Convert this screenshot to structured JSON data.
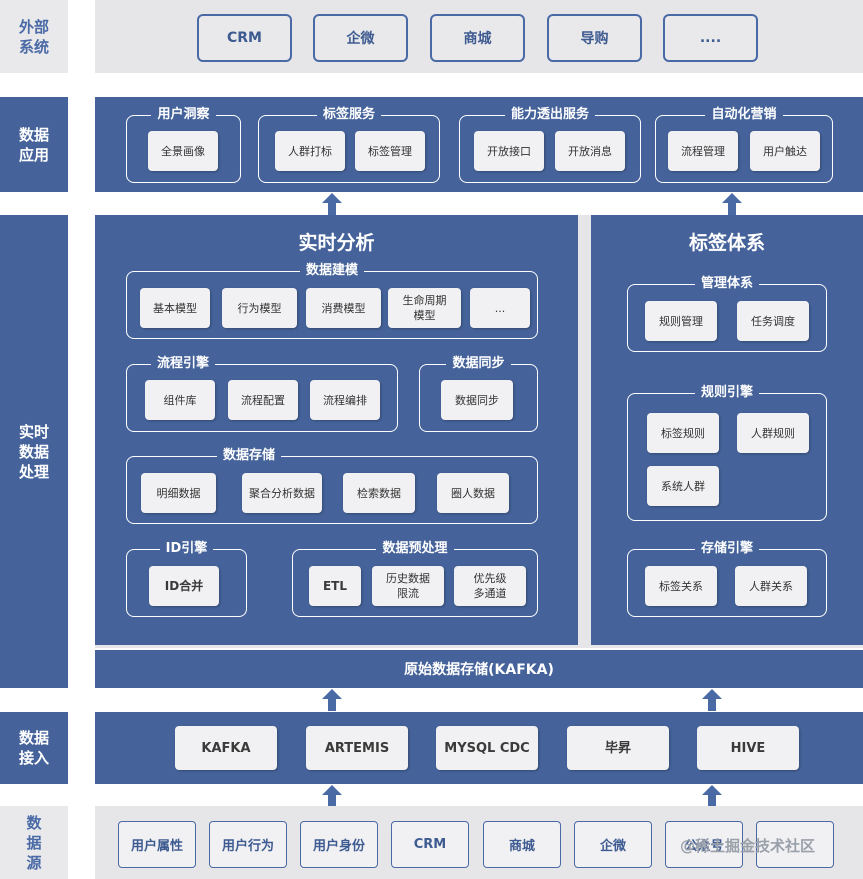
{
  "rows": {
    "external": "外部\n系统",
    "app": "数据\n应用",
    "realtime": "实时\n数据\n处理",
    "ingest": "数据\n接入",
    "source": "数\n据\n源"
  },
  "external_systems": [
    "CRM",
    "企微",
    "商城",
    "导购",
    "...."
  ],
  "app_groups": [
    {
      "title": "用户洞察",
      "items": [
        "全景画像"
      ]
    },
    {
      "title": "标签服务",
      "items": [
        "人群打标",
        "标签管理"
      ]
    },
    {
      "title": "能力透出服务",
      "items": [
        "开放接口",
        "开放消息"
      ]
    },
    {
      "title": "自动化营销",
      "items": [
        "流程管理",
        "用户触达"
      ]
    }
  ],
  "realtime_analysis": {
    "title": "实时分析",
    "modeling": {
      "title": "数据建模",
      "items": [
        "基本模型",
        "行为模型",
        "消费模型",
        "生命周期\n模型",
        "..."
      ]
    },
    "flow_engine": {
      "title": "流程引擎",
      "items": [
        "组件库",
        "流程配置",
        "流程编排"
      ]
    },
    "sync": {
      "title": "数据同步",
      "items": [
        "数据同步"
      ]
    },
    "storage": {
      "title": "数据存储",
      "items": [
        "明细数据",
        "聚合分析数据",
        "检索数据",
        "圈人数据"
      ]
    },
    "id_engine": {
      "title": "ID引擎",
      "items": [
        "ID合并"
      ]
    },
    "preprocess": {
      "title": "数据预处理",
      "items": [
        "ETL",
        "历史数据\n限流",
        "优先级\n多通道"
      ]
    }
  },
  "tag_system": {
    "title": "标签体系",
    "management": {
      "title": "管理体系",
      "items": [
        "规则管理",
        "任务调度"
      ]
    },
    "rule_engine": {
      "title": "规则引擎",
      "items": [
        "标签规则",
        "人群规则",
        "系统人群"
      ]
    },
    "storage_engine": {
      "title": "存储引擎",
      "items": [
        "标签关系",
        "人群关系"
      ]
    }
  },
  "kafka_bar": "原始数据存储(KAFKA)",
  "ingest_items": [
    "KAFKA",
    "ARTEMIS",
    "MYSQL CDC",
    "毕昇",
    "HIVE"
  ],
  "source_items": [
    "用户属性",
    "用户行为",
    "用户身份",
    "CRM",
    "商城",
    "企微",
    "公众号",
    ""
  ],
  "watermark": "@稀土掘金技术社区",
  "colors": {
    "primary": "#45639a",
    "gray": "#e6e6e8",
    "chip": "#f1f1f3",
    "accent": "#4a6aa6"
  },
  "icons": {
    "arrow": "up-arrow-icon"
  }
}
